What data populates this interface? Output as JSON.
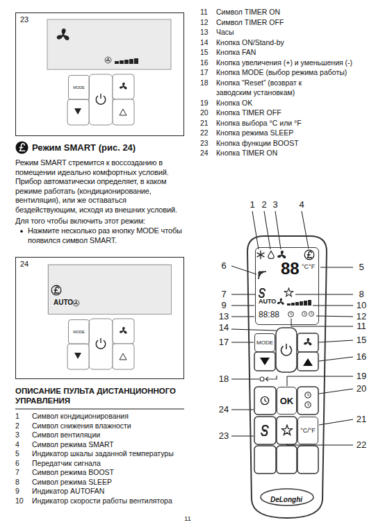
{
  "diagram": {
    "nodes": [
      {
        "text": [
          "23"
        ]
      },
      {
        "text": [
          "MODE"
        ],
        "in": 0
      },
      {
        "text": [
          "24"
        ]
      },
      {
        "text": [
          "AUTO"
        ],
        "in": 2
      },
      {
        "text": [
          "MODE"
        ],
        "in": 2
      },
      {
        "text": [
          "DeLonghi"
        ]
      },
      {
        "text": [
          "88",
          "°C°F",
          "AUTO",
          "88:88"
        ],
        "in": 5
      },
      {
        "text": [
          "MODE"
        ],
        "in": 5
      },
      {
        "text": [
          "OK"
        ],
        "in": 5
      },
      {
        "text": [
          "°C/°F"
        ],
        "in": 5
      }
    ],
    "labels": [
      "Режим SMART (рис. 24)",
      "Режим SMART стремится к воссозданию в помещении идеально комфортных условий. Прибор автоматически определяет, в каком режиме работать (кондиционирование, вентиляция), или же оставаться бездействующим, исходя из внешних условий.",
      "Для того чтобы включить этот режим:",
      "Нажмите несколько раз кнопку MODE чтобы появился символ SMART.",
      "ОПИСАНИЕ ПУЛЬТА ДИСТАНЦИОННОГО УПРАВЛЕНИЯ",
      "1",
      "Символ кондиционирования",
      "2",
      "Символ снижения влажности",
      "3",
      "Символ вентиляции",
      "4",
      "Символ режима SMART",
      "5",
      "Индикатор шкалы заданной температуры",
      "6",
      "Передатчик сигнала",
      "7",
      "Символ режима BOOST",
      "8",
      "Символ режима SLEEP",
      "9",
      "Индикатор AUTOFAN",
      "10",
      "Индикатор скорости работы вентилятора",
      "11",
      "Символ TIMER ON",
      "12",
      "Символ TIMER OFF",
      "13",
      "Часы",
      "14",
      "Кнопка ON/Stand-by",
      "15",
      "Кнопка FAN",
      "16",
      "Кнопка увеличения (+) и уменьшения (-)",
      "17",
      "Кнопка MODE (выбор режима работы)",
      "18",
      "Кнопка “Reset” (возврат к заводским установкам)",
      "19",
      "Кнопка OK",
      "20",
      "Кнопка TIMER OFF",
      "21",
      "Кнопка выбора °C или °F",
      "22",
      "Кнопка режима SLEEP",
      "23",
      "Кнопка функции BOOST",
      "24",
      "Кнопка TIMER ON",
      "1",
      "2",
      "3",
      "4",
      "5",
      "6",
      "7",
      "8",
      "9",
      "10",
      "11",
      "12",
      "13",
      "14",
      "15",
      "16",
      "17",
      "18",
      "19",
      "20",
      "21",
      "22",
      "23",
      "24",
      "11"
    ]
  }
}
